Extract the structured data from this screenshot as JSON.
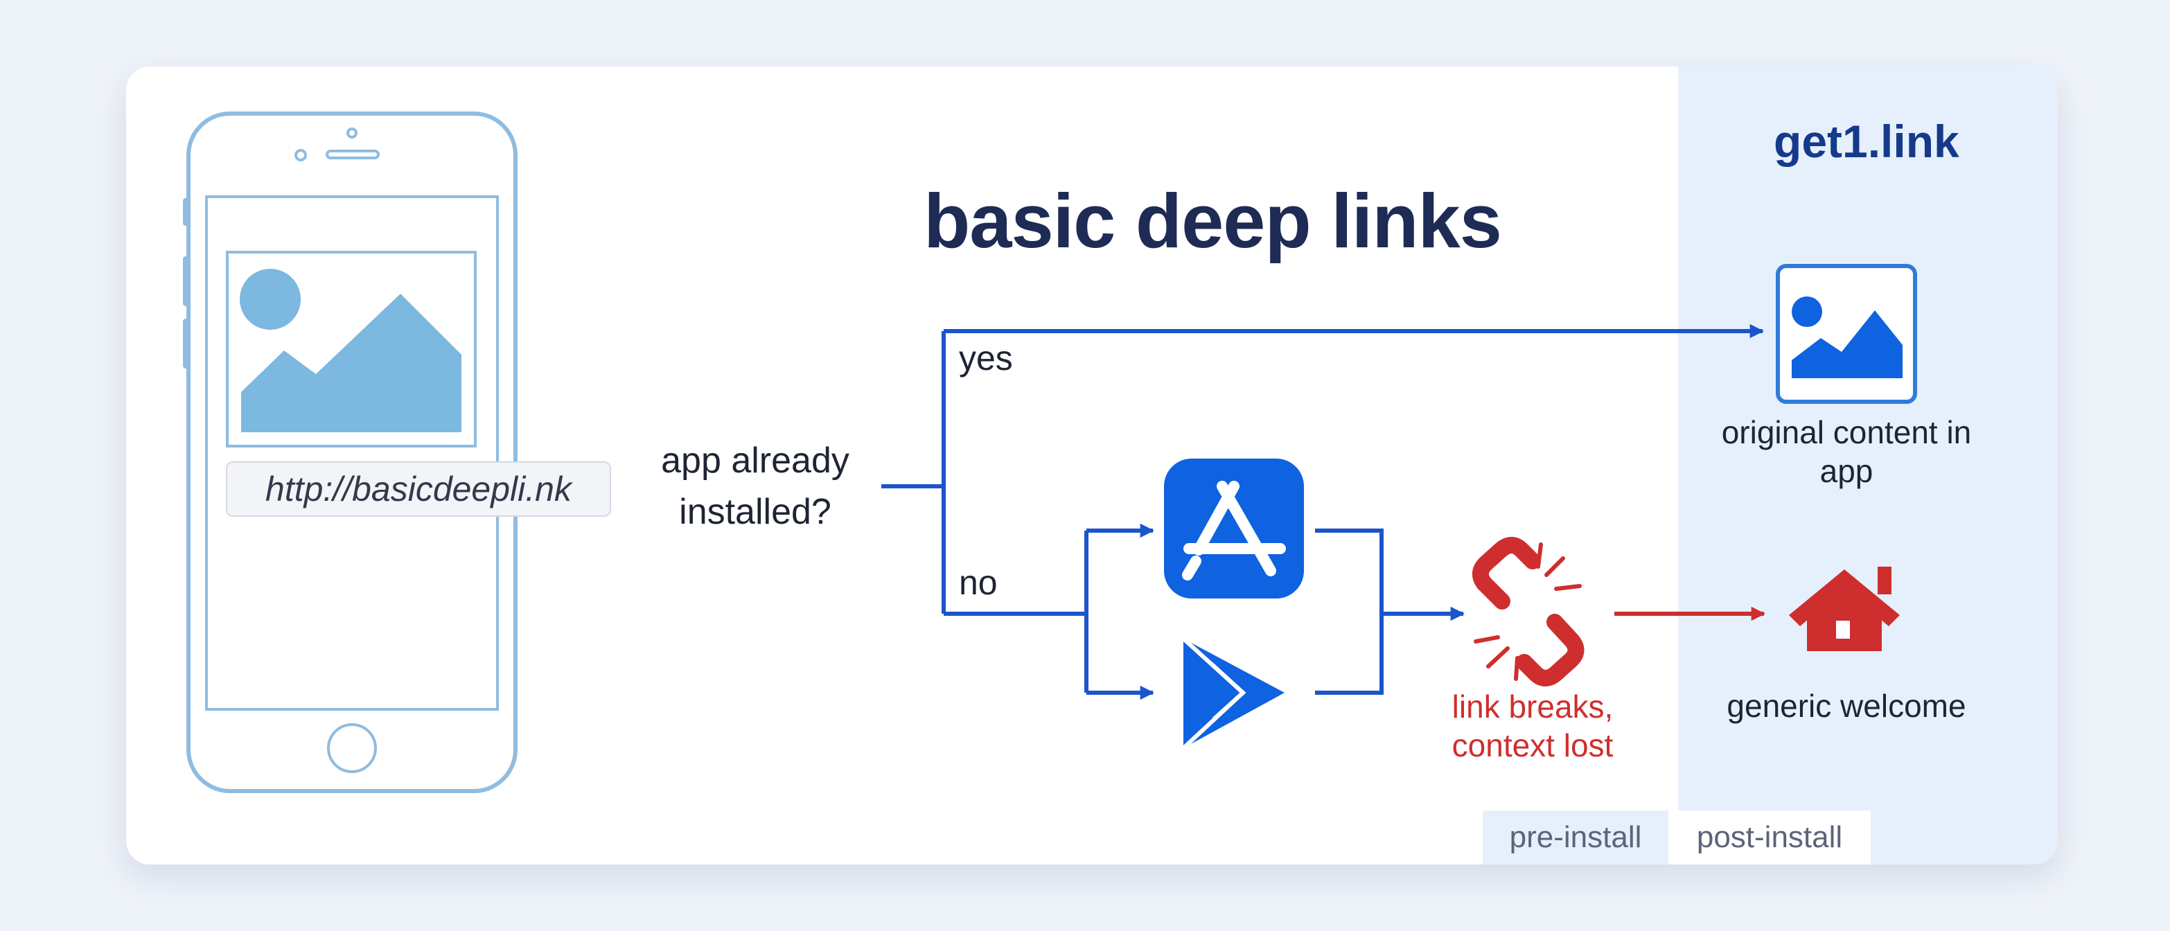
{
  "title": "basic deep links",
  "brand": "get1.link",
  "phone": {
    "url": "http://basicdeepli.nk"
  },
  "decision": {
    "question": "app already installed?",
    "yes_label": "yes",
    "no_label": "no"
  },
  "outcomes": {
    "original_content": "original content in app",
    "link_breaks": "link breaks, context lost",
    "generic_welcome": "generic welcome"
  },
  "phase_tabs": {
    "pre_install": "pre-install",
    "post_install": "post-install"
  },
  "icons": {
    "phone": "phone-icon",
    "photo": "image-icon",
    "app_store": "app-store-icon",
    "play_store": "play-store-icon",
    "broken_link": "broken-link-icon",
    "home": "home-icon"
  },
  "colors": {
    "background": "#eef2f9",
    "card": "#ffffff",
    "post_install_panel": "#e6f0fc",
    "flow_blue": "#1a55cc",
    "icon_blue": "#0f62e0",
    "phone_outline": "#8fbce0",
    "photo_fill": "#7cb8e0",
    "error_red": "#cf2e2e",
    "title": "#1d2b55",
    "brand": "#153a8a"
  }
}
